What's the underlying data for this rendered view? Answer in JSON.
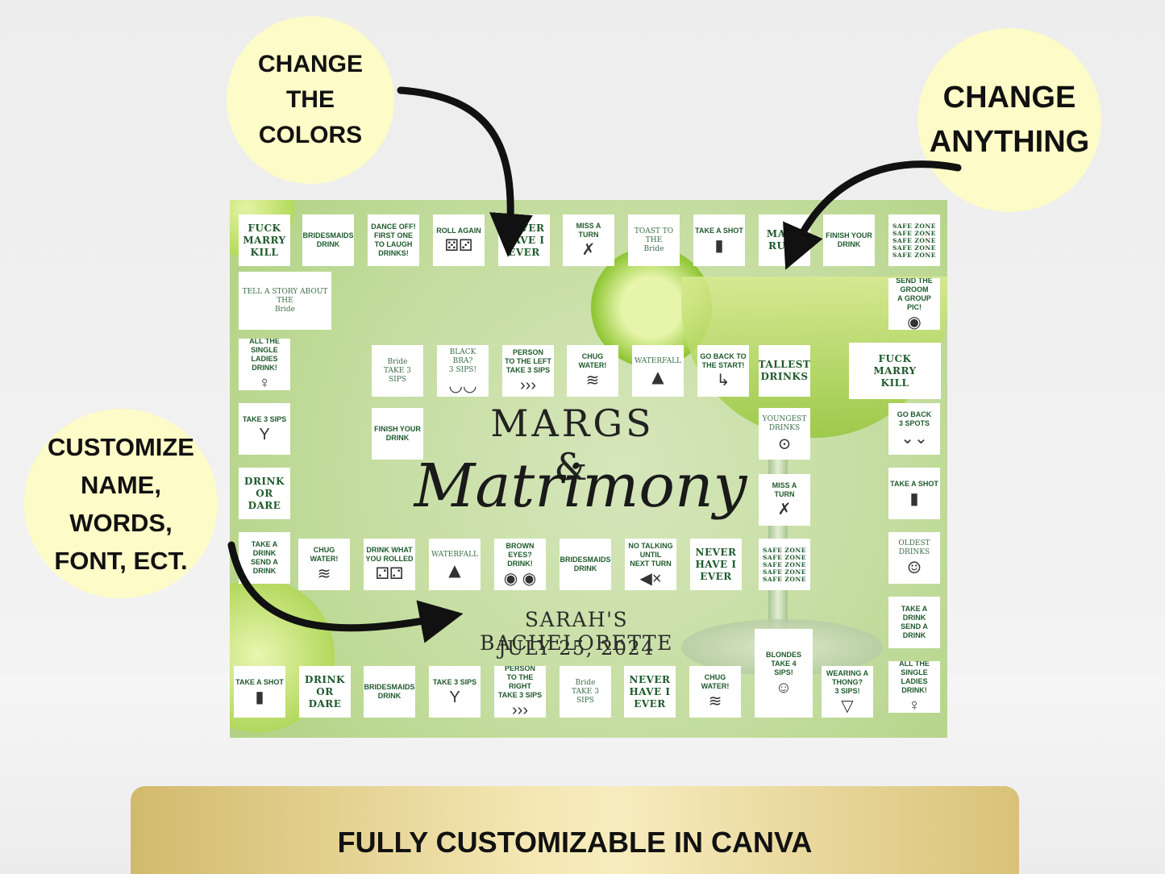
{
  "callouts": {
    "colors": "CHANGE\nTHE\nCOLORS",
    "anything": "CHANGE\nANYTHING",
    "customize": "CUSTOMIZE\nNAME,\nWORDS,\nFONT, ECT."
  },
  "board": {
    "title_line1": "MARGS &",
    "title_line2": "Matrimony",
    "event_name": "SARAH'S BACHELORETTE",
    "event_date": "JULY 25, 2024",
    "top_row": [
      "FUCK\nMARRY\nKILL",
      "BRIDESMAIDS DRINK",
      "DANCE OFF!\nFIRST ONE\nTO LAUGH\nDRINKS!",
      "ROLL AGAIN",
      "NEVER\nHAVE I\nEVER",
      "MISS A\nTURN",
      "TOAST TO THE\nBride",
      "TAKE A SHOT",
      "MAKE\nRULE",
      "FINISH YOUR\nDRINK",
      "SAFE ZONE\nSAFE ZONE\nSAFE ZONE\nSAFE ZONE\nSAFE ZONE"
    ],
    "left_column": [
      "TELL A STORY ABOUT\nTHE\nBride",
      "ALL THE SINGLE\nLADIES DRINK!",
      "TAKE 3 SIPS",
      "DRINK\nOR\nDARE",
      "TAKE A DRINK\nSEND A DRINK"
    ],
    "right_column": [
      "SEND THE GROOM\nA GROUP PIC!",
      "FUCK\nMARRY\nKILL",
      "GO BACK\n3 SPOTS",
      "TAKE A SHOT",
      "OLDEST\nDRINKS",
      "TAKE A DRINK\nSEND A DRINK",
      "ALL THE SINGLE\nLADIES DRINK!"
    ],
    "inner_top": [
      "Bride\nTAKE 3\nSIPS",
      "BLACK BRA?\n3 SIPS!",
      "PERSON\nTO THE LEFT\nTAKE 3 SIPS",
      "CHUG WATER!",
      "WATERFALL",
      "GO BACK TO\nTHE START!",
      "TALLEST\nDRINKS"
    ],
    "inner_left": [
      "FINISH YOUR\nDRINK"
    ],
    "inner_right": [
      "YOUNGEST\nDRINKS",
      "MISS A\nTURN",
      "SAFE ZONE\nSAFE ZONE\nSAFE ZONE\nSAFE ZONE\nSAFE ZONE"
    ],
    "inner_bottom": [
      "CHUG WATER!",
      "DRINK WHAT\nYOU ROLLED",
      "WATERFALL",
      "BROWN EYES?\nDRINK!",
      "BRIDESMAIDS DRINK",
      "NO TALKING\nUNTIL\nNEXT TURN",
      "NEVER\nHAVE I\nEVER"
    ],
    "blondes": "BLONDES\nTAKE 4\nSIPS!",
    "bottom_row": [
      "TAKE A SHOT",
      "DRINK\nOR\nDARE",
      "BRIDESMAIDS DRINK",
      "TAKE 3 SIPS",
      "PERSON\nTO THE\nRIGHT\nTAKE 3 SIPS",
      "Bride\nTAKE 3\nSIPS",
      "NEVER\nHAVE I\nEVER",
      "CHUG WATER!"
    ],
    "thong": "WEARING A THONG?\n3 SIPS!"
  },
  "banner": "FULLY CUSTOMIZABLE IN CANVA",
  "colors": {
    "bubble": "#fdfbc7",
    "board": "#c3dc9e",
    "tile_text": "#1f5a2c",
    "banner_gold": "#e6d38f"
  }
}
